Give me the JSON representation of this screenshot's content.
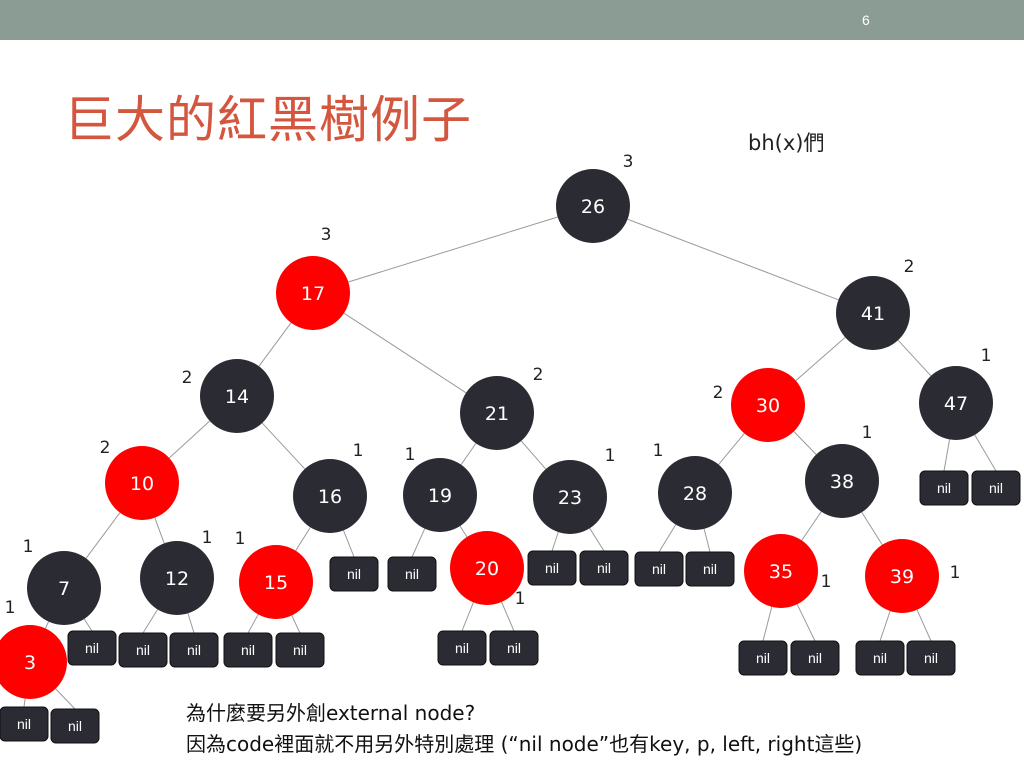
{
  "slide": {
    "number": "6",
    "title": "巨大的紅黑樹例子",
    "subtitle": "bh(x)們",
    "captions": [
      "為什麼要另外創external node?",
      "因為code裡面就不用另外特別處理 (“nil node”也有key, p, left, right這些)"
    ]
  },
  "colors": {
    "red": "#ff0000",
    "black": "#2b2b33",
    "topbar": "#8a9c93",
    "title": "#d4563e"
  },
  "tree": {
    "nodes": [
      {
        "id": "26",
        "key": "26",
        "color": "black",
        "bh": "3"
      },
      {
        "id": "17",
        "key": "17",
        "color": "red",
        "bh": "3"
      },
      {
        "id": "41",
        "key": "41",
        "color": "black",
        "bh": "2"
      },
      {
        "id": "14",
        "key": "14",
        "color": "black",
        "bh": "2"
      },
      {
        "id": "21",
        "key": "21",
        "color": "black",
        "bh": "2"
      },
      {
        "id": "30",
        "key": "30",
        "color": "red",
        "bh": "2"
      },
      {
        "id": "47",
        "key": "47",
        "color": "black",
        "bh": "1"
      },
      {
        "id": "10",
        "key": "10",
        "color": "red",
        "bh": "2"
      },
      {
        "id": "16",
        "key": "16",
        "color": "black",
        "bh": "1"
      },
      {
        "id": "19",
        "key": "19",
        "color": "black",
        "bh": "1"
      },
      {
        "id": "23",
        "key": "23",
        "color": "black",
        "bh": "1"
      },
      {
        "id": "28",
        "key": "28",
        "color": "black",
        "bh": "1"
      },
      {
        "id": "38",
        "key": "38",
        "color": "black",
        "bh": "1"
      },
      {
        "id": "7",
        "key": "7",
        "color": "black",
        "bh": "1"
      },
      {
        "id": "12",
        "key": "12",
        "color": "black",
        "bh": "1"
      },
      {
        "id": "15",
        "key": "15",
        "color": "red",
        "bh": "1"
      },
      {
        "id": "20",
        "key": "20",
        "color": "red",
        "bh": "1"
      },
      {
        "id": "35",
        "key": "35",
        "color": "red",
        "bh": "1"
      },
      {
        "id": "39",
        "key": "39",
        "color": "red",
        "bh": "1"
      },
      {
        "id": "3",
        "key": "3",
        "color": "red",
        "bh": "1"
      }
    ],
    "nil_label": "nil",
    "nil_parents": [
      "47",
      "47",
      "16",
      "19",
      "23",
      "23",
      "28",
      "28",
      "7",
      "12",
      "12",
      "15",
      "15",
      "20",
      "20",
      "35",
      "35",
      "39",
      "39",
      "3",
      "3"
    ],
    "edges": [
      [
        "26",
        "17"
      ],
      [
        "26",
        "41"
      ],
      [
        "17",
        "14"
      ],
      [
        "17",
        "21"
      ],
      [
        "41",
        "30"
      ],
      [
        "41",
        "47"
      ],
      [
        "14",
        "10"
      ],
      [
        "14",
        "16"
      ],
      [
        "21",
        "19"
      ],
      [
        "21",
        "23"
      ],
      [
        "30",
        "28"
      ],
      [
        "30",
        "38"
      ],
      [
        "10",
        "7"
      ],
      [
        "10",
        "12"
      ],
      [
        "16",
        "15"
      ],
      [
        "19",
        "20"
      ],
      [
        "38",
        "35"
      ],
      [
        "38",
        "39"
      ],
      [
        "7",
        "3"
      ]
    ]
  }
}
